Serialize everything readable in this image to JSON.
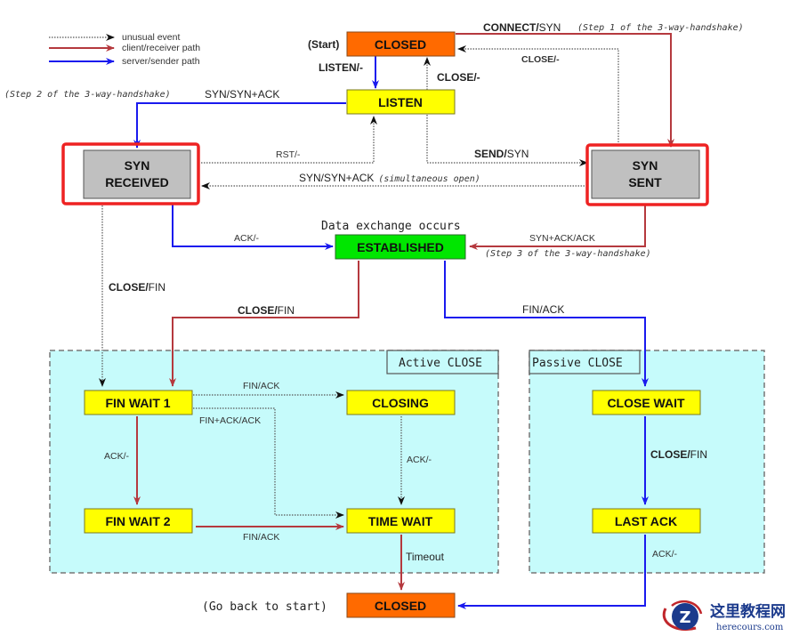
{
  "legend": {
    "unusual": "unusual event",
    "client": "client/receiver path",
    "server": "server/sender path"
  },
  "colors": {
    "closed_fill": "#ff6a00",
    "state_fill": "#ffff00",
    "syn_fill": "#c0c0c0",
    "established_fill": "#00e600",
    "highlight_border": "#ee2222",
    "client_path": "#b5393e",
    "server_path": "#1a1aee",
    "unusual_path": "#555555",
    "close_region_fill": "#c6fbfb"
  },
  "states": {
    "closed_top": "CLOSED",
    "listen": "LISTEN",
    "syn_received_line1": "SYN",
    "syn_received_line2": "RECEIVED",
    "syn_sent_line1": "SYN",
    "syn_sent_line2": "SENT",
    "established": "ESTABLISHED",
    "fin_wait_1": "FIN WAIT 1",
    "fin_wait_2": "FIN WAIT 2",
    "closing": "CLOSING",
    "time_wait": "TIME WAIT",
    "close_wait": "CLOSE WAIT",
    "last_ack": "LAST ACK",
    "closed_bottom": "CLOSED"
  },
  "annotations": {
    "start": "(Start)",
    "go_back": "(Go back to start)",
    "data_exchange": "Data exchange occurs",
    "step1": "(Step 1 of the 3-way-handshake)",
    "step2": "(Step 2 of the 3-way-handshake)",
    "step3": "(Step 3 of the 3-way-handshake)",
    "simultaneous": "(simultaneous open)",
    "active_close": "Active CLOSE",
    "passive_close": "Passive CLOSE"
  },
  "transitions": {
    "connect_event": "CONNECT/",
    "connect_action": "SYN",
    "listen": "LISTEN/-",
    "close_listen": "CLOSE/-",
    "close_synsent": "CLOSE/-",
    "syn_synack": "SYN/SYN+ACK",
    "rst": "RST/-",
    "send_event": "SEND/",
    "send_action": "SYN",
    "simultaneous_open": "SYN/SYN+ACK",
    "ack_established": "ACK/-",
    "synack_ack": "SYN+ACK/ACK",
    "close_fin_synrcvd_event": "CLOSE/",
    "close_fin_synrcvd_action": "FIN",
    "close_fin_est_event": "CLOSE/",
    "close_fin_est_action": "FIN",
    "fin_ack_est": "FIN/ACK",
    "fin_ack_fw1": "FIN/ACK",
    "finack_ack": "FIN+ACK/ACK",
    "ack_fw1": "ACK/-",
    "ack_closing": "ACK/-",
    "fin_ack_fw2": "FIN/ACK",
    "timeout": "Timeout",
    "close_fin_cw_event": "CLOSE/",
    "close_fin_cw_action": "FIN",
    "ack_lastack": "ACK/-"
  },
  "watermark": {
    "cn": "这里教程网",
    "en": "herecours.com"
  }
}
